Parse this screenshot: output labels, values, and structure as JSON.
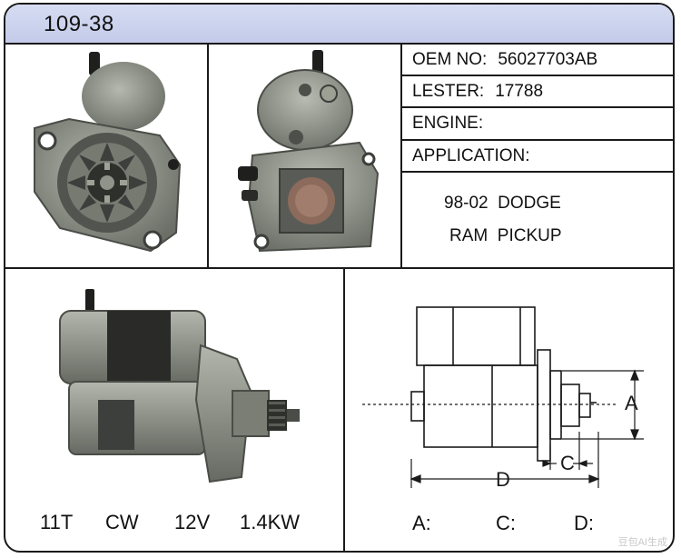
{
  "header": {
    "code": "109-38"
  },
  "specs": {
    "oem_label": "OEM NO:",
    "oem_value": "56027703AB",
    "lester_label": "LESTER:",
    "lester_value": "17788",
    "engine_label": "ENGINE:",
    "engine_value": "",
    "application_label": "APPLICATION:"
  },
  "application": {
    "line1": "98-02  DODGE",
    "line2": "RAM  PICKUP"
  },
  "ratings": {
    "teeth": "11T",
    "rotation": "CW",
    "voltage": "12V",
    "power": "1.4KW"
  },
  "dimensions": {
    "diagram_a": "A",
    "diagram_c": "C",
    "diagram_d": "D",
    "a_label": "A:",
    "c_label": "C:",
    "d_label": "D:"
  },
  "watermark": "豆包AI生成",
  "colors": {
    "header": "#c7cfec",
    "border": "#1a1a1a",
    "metal": "#8a8f87",
    "dark_metal": "#3c3f3b"
  }
}
